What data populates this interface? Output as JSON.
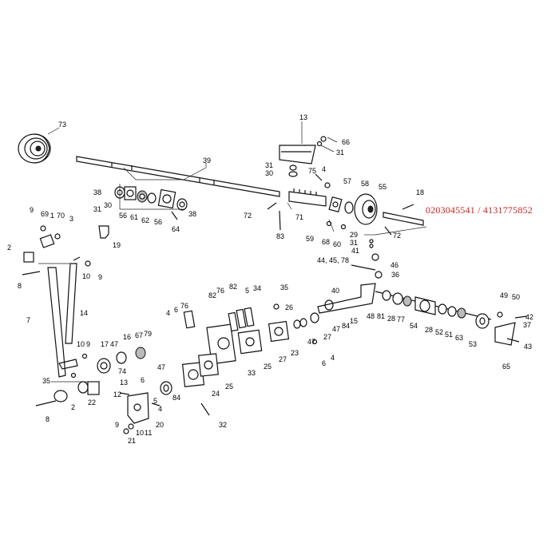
{
  "phone_text": "0203045541 / 4131775852",
  "phone_color": "#cc2222",
  "labels": [
    {
      "t": "73"
    },
    {
      "t": "13"
    },
    {
      "t": "66"
    },
    {
      "t": "31"
    },
    {
      "t": "39"
    },
    {
      "t": "31"
    },
    {
      "t": "30"
    },
    {
      "t": "75"
    },
    {
      "t": "4"
    },
    {
      "t": "57"
    },
    {
      "t": "58"
    },
    {
      "t": "55"
    },
    {
      "t": "18"
    },
    {
      "t": "38"
    },
    {
      "t": "30"
    },
    {
      "t": "31"
    },
    {
      "t": "56"
    },
    {
      "t": "61"
    },
    {
      "t": "62"
    },
    {
      "t": "56"
    },
    {
      "t": "64"
    },
    {
      "t": "38"
    },
    {
      "t": "72"
    },
    {
      "t": "71"
    },
    {
      "t": "83"
    },
    {
      "t": "59"
    },
    {
      "t": "68"
    },
    {
      "t": "60"
    },
    {
      "t": "29"
    },
    {
      "t": "31"
    },
    {
      "t": "41"
    },
    {
      "t": "72"
    },
    {
      "t": "9"
    },
    {
      "t": "69"
    },
    {
      "t": "1"
    },
    {
      "t": "70"
    },
    {
      "t": "3"
    },
    {
      "t": "2"
    },
    {
      "t": "19"
    },
    {
      "t": "10"
    },
    {
      "t": "9"
    },
    {
      "t": "8"
    },
    {
      "t": "44, 45, 78"
    },
    {
      "t": "46"
    },
    {
      "t": "36"
    },
    {
      "t": "40"
    },
    {
      "t": "35"
    },
    {
      "t": "82"
    },
    {
      "t": "76"
    },
    {
      "t": "5"
    },
    {
      "t": "34"
    },
    {
      "t": "82"
    },
    {
      "t": "76"
    },
    {
      "t": "4"
    },
    {
      "t": "6"
    },
    {
      "t": "26"
    },
    {
      "t": "7"
    },
    {
      "t": "14"
    },
    {
      "t": "48"
    },
    {
      "t": "81"
    },
    {
      "t": "28"
    },
    {
      "t": "77"
    },
    {
      "t": "54"
    },
    {
      "t": "28"
    },
    {
      "t": "52"
    },
    {
      "t": "51"
    },
    {
      "t": "63"
    },
    {
      "t": "53"
    },
    {
      "t": "49"
    },
    {
      "t": "50"
    },
    {
      "t": "42"
    },
    {
      "t": "37"
    },
    {
      "t": "43"
    },
    {
      "t": "65"
    },
    {
      "t": "15"
    },
    {
      "t": "84"
    },
    {
      "t": "47"
    },
    {
      "t": "27"
    },
    {
      "t": "47"
    },
    {
      "t": "6"
    },
    {
      "t": "4"
    },
    {
      "t": "23"
    },
    {
      "t": "25"
    },
    {
      "t": "27"
    },
    {
      "t": "10"
    },
    {
      "t": "9"
    },
    {
      "t": "17"
    },
    {
      "t": "47"
    },
    {
      "t": "16"
    },
    {
      "t": "67"
    },
    {
      "t": "79"
    },
    {
      "t": "74"
    },
    {
      "t": "13"
    },
    {
      "t": "33"
    },
    {
      "t": "35"
    },
    {
      "t": "47"
    },
    {
      "t": "22"
    },
    {
      "t": "12"
    },
    {
      "t": "6"
    },
    {
      "t": "84"
    },
    {
      "t": "24"
    },
    {
      "t": "25"
    },
    {
      "t": "5"
    },
    {
      "t": "4"
    },
    {
      "t": "20"
    },
    {
      "t": "8"
    },
    {
      "t": "2"
    },
    {
      "t": "9"
    },
    {
      "t": "10"
    },
    {
      "t": "11"
    },
    {
      "t": "21"
    },
    {
      "t": "32"
    }
  ]
}
